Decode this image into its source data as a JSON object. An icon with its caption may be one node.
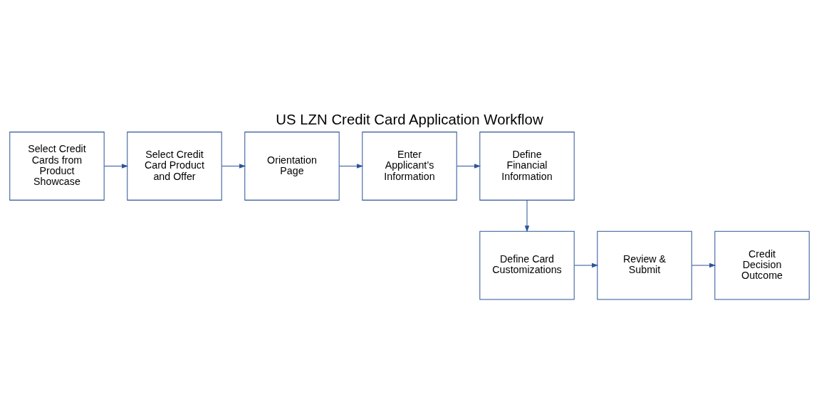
{
  "diagram": {
    "title": "US LZN Credit Card Application Workflow",
    "nodes": [
      {
        "text": [
          "Select Credit Cards from Product Showcase"
        ]
      },
      {
        "text": [
          "Select Credit Card Product and Offer"
        ]
      },
      {
        "text": [
          "Orientation Page"
        ]
      },
      {
        "text": [
          "Enter Applicant’s Information"
        ]
      },
      {
        "text": [
          "Define Financial Information"
        ]
      },
      {
        "text": [
          "Define Card Customizations"
        ]
      },
      {
        "text": [
          "Review & Submit"
        ]
      },
      {
        "text": [
          "Credit Decision Outcome"
        ]
      }
    ],
    "edges": [
      {
        "from": 0,
        "to": 1,
        "arrow": "to"
      },
      {
        "from": 1,
        "to": 2,
        "arrow": "to"
      },
      {
        "from": 2,
        "to": 3,
        "arrow": "to"
      },
      {
        "from": 3,
        "to": 4,
        "arrow": "to"
      },
      {
        "from": 4,
        "to": 5,
        "arrow": "to"
      },
      {
        "from": 5,
        "to": 6,
        "arrow": "to"
      },
      {
        "from": 6,
        "to": 7,
        "arrow": "to"
      }
    ]
  }
}
